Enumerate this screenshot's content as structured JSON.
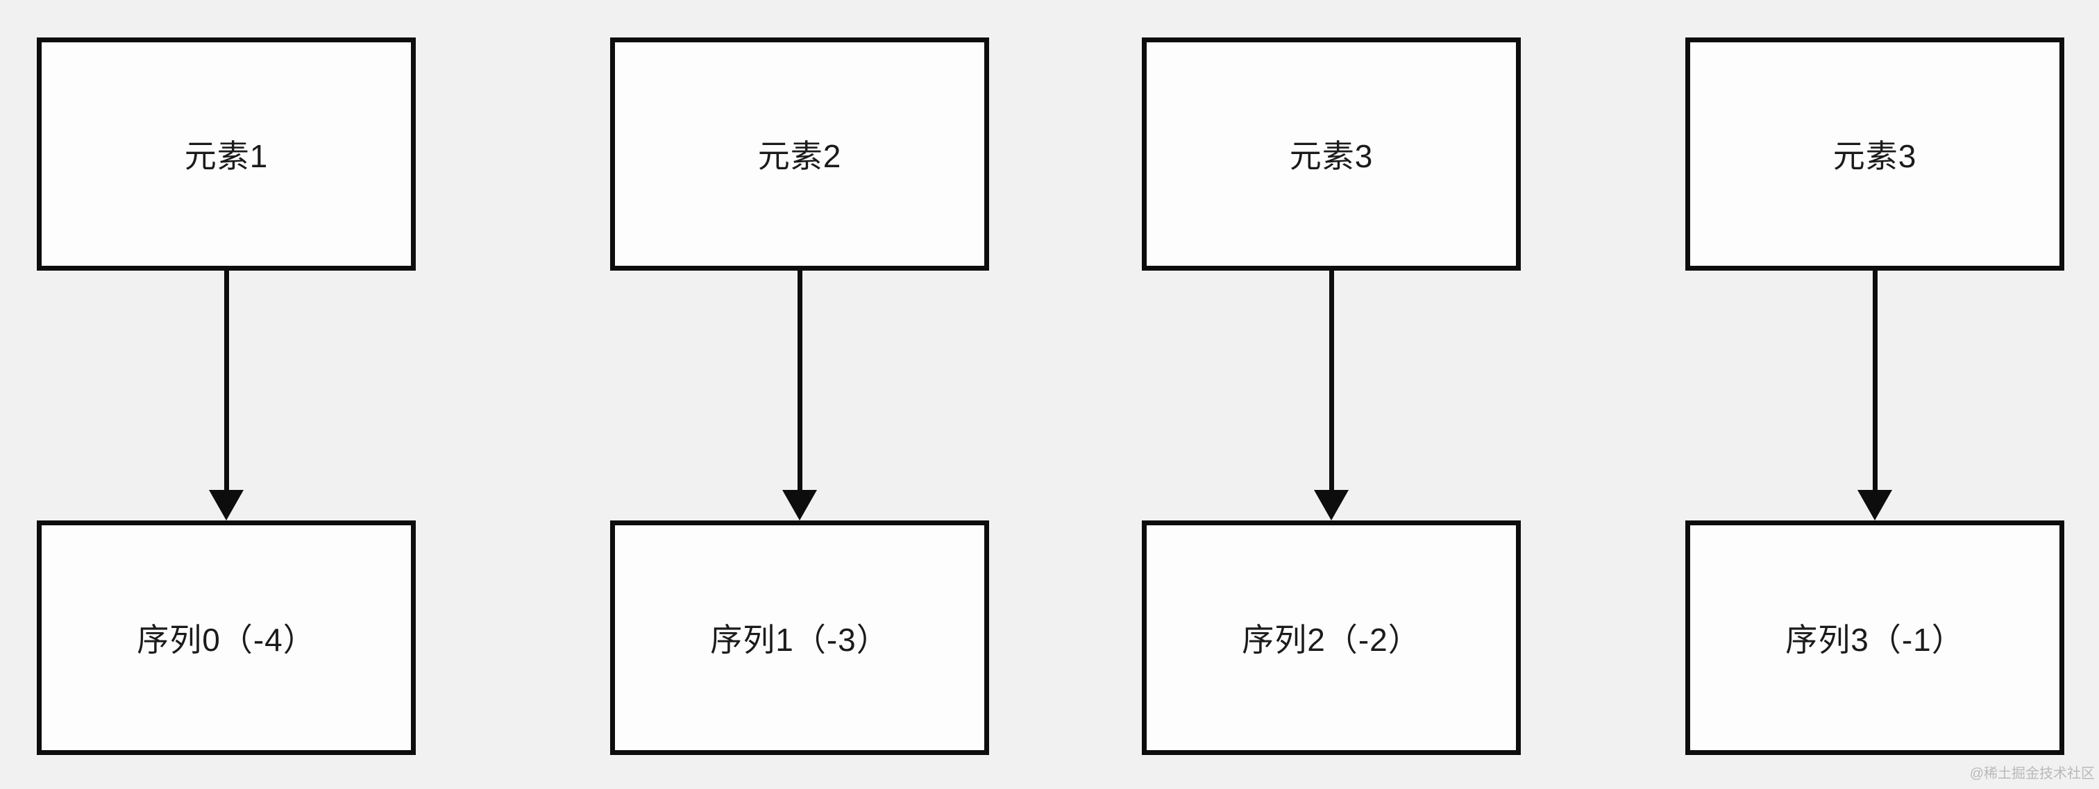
{
  "diagram": {
    "colors": {
      "background": "#f1f1f1",
      "box_fill": "#fdfdfd",
      "box_border": "#0d0d0d",
      "text": "#1b1b1b",
      "watermark": "#b9b9b9"
    },
    "columns": [
      {
        "source": "元素1",
        "target": "序列0（-4）"
      },
      {
        "source": "元素2",
        "target": "序列1（-3）"
      },
      {
        "source": "元素3",
        "target": "序列2（-2）"
      },
      {
        "source": "元素3",
        "target": "序列3（-1）"
      }
    ],
    "watermark": "@稀土掘金技术社区"
  }
}
